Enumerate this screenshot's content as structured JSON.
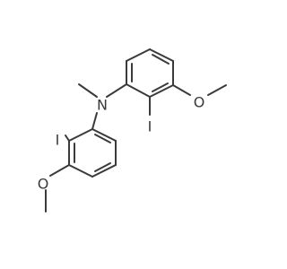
{
  "atoms": {
    "nitrogen": "N",
    "iodine_upper": "I",
    "iodine_lower": "I",
    "oxygen_upper": "O",
    "oxygen_lower": "O"
  }
}
